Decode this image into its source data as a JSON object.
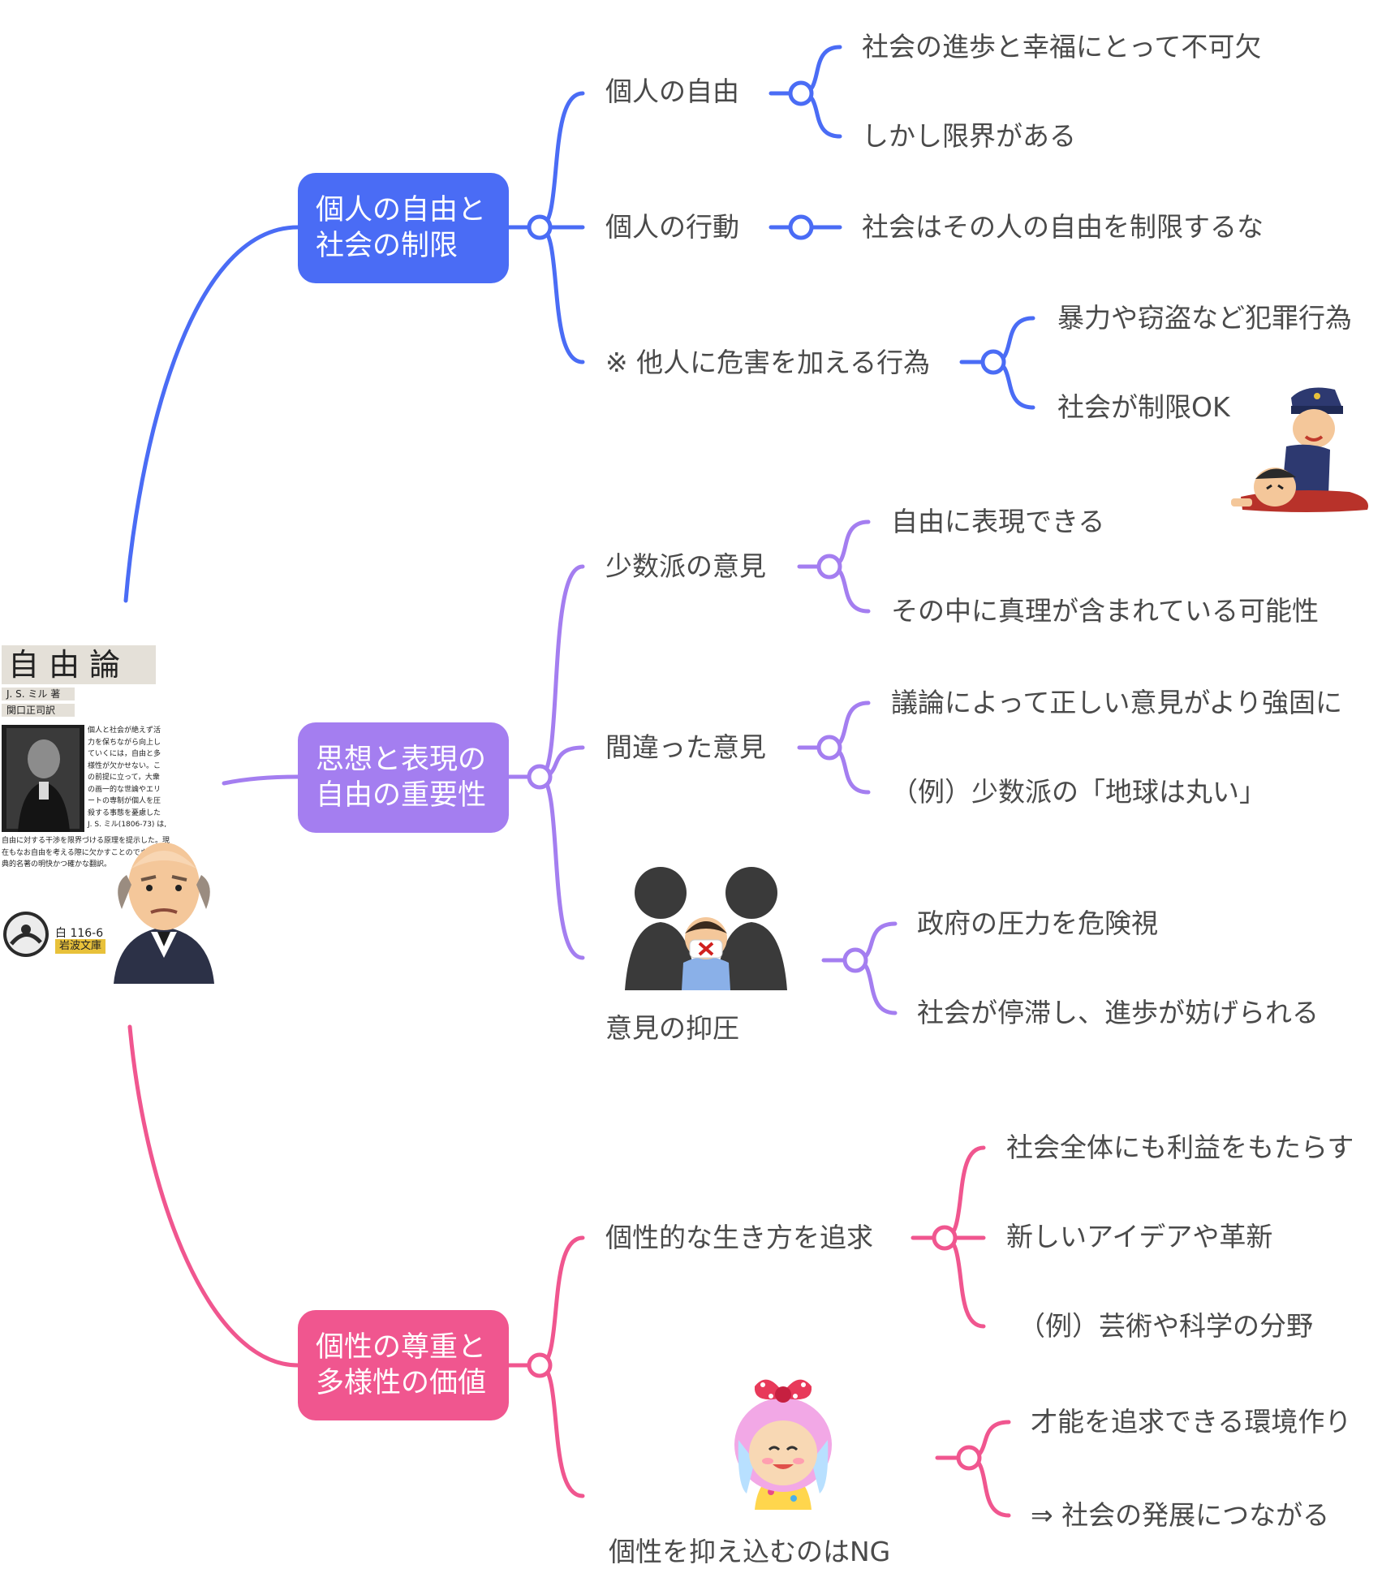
{
  "root": {
    "book": {
      "title": "自 由 論",
      "author": "J. S. ミル 著",
      "translator": "関口正司訳",
      "blurb": [
        "個人と社会が絶えず活",
        "力を保ちながら向上し",
        "ていくには，自由と多",
        "様性が欠かせない。こ",
        "の前提に立って，大衆",
        "の画一的な世論やエリ",
        "ートの専制が個人を圧",
        "殺する事態を憂慮した",
        "J. S. ミル(1806-73) は,"
      ],
      "blurb_wide": [
        "自由に対する干渉を限界づける原理を提示した。現",
        "在もなお自由を考える際に欠かすことのできない古",
        "典的名著の明快かつ確かな翻訳。"
      ],
      "code": "白 116-6",
      "publisher": "岩波文庫"
    },
    "portrait_icon": "mill-portrait-icon"
  },
  "branches": [
    {
      "color": "#4a6cf5",
      "title_lines": [
        "個人の自由と",
        "社会の制限"
      ],
      "subtopics": [
        {
          "label": "個人の自由",
          "children": [
            "社会の進歩と幸福にとって不可欠",
            "しかし限界がある"
          ]
        },
        {
          "label": "個人の行動",
          "children": [
            "社会はその人の自由を制限するな"
          ]
        },
        {
          "label": "※ 他人に危害を加える行為",
          "children": [
            "暴力や窃盗など犯罪行為",
            "社会が制限OK"
          ],
          "icon": "police-arrest-icon"
        }
      ]
    },
    {
      "color": "#a47ef0",
      "title_lines": [
        "思想と表現の",
        "自由の重要性"
      ],
      "subtopics": [
        {
          "label": "少数派の意見",
          "children": [
            "自由に表現できる",
            "その中に真理が含まれている可能性"
          ]
        },
        {
          "label": "間違った意見",
          "children": [
            "議論によって正しい意見がより強固に",
            "（例）少数派の「地球は丸い」"
          ]
        },
        {
          "label": "意見の抑圧",
          "children": [
            "政府の圧力を危険視",
            "社会が停滞し、進歩が妨げられる"
          ],
          "icon": "silenced-person-icon"
        }
      ]
    },
    {
      "color": "#f0568f",
      "title_lines": [
        "個性の尊重と",
        "多様性の価値"
      ],
      "subtopics": [
        {
          "label": "個性的な生き方を追求",
          "children": [
            "社会全体にも利益をもたらす",
            "新しいアイデアや革新",
            "（例）芸術や科学の分野"
          ]
        },
        {
          "label": "個性を抑え込むのはNG",
          "children": [
            "才能を追求できる環境作り",
            "⇒ 社会の発展につながる"
          ],
          "icon": "colorful-girl-icon"
        }
      ]
    }
  ]
}
